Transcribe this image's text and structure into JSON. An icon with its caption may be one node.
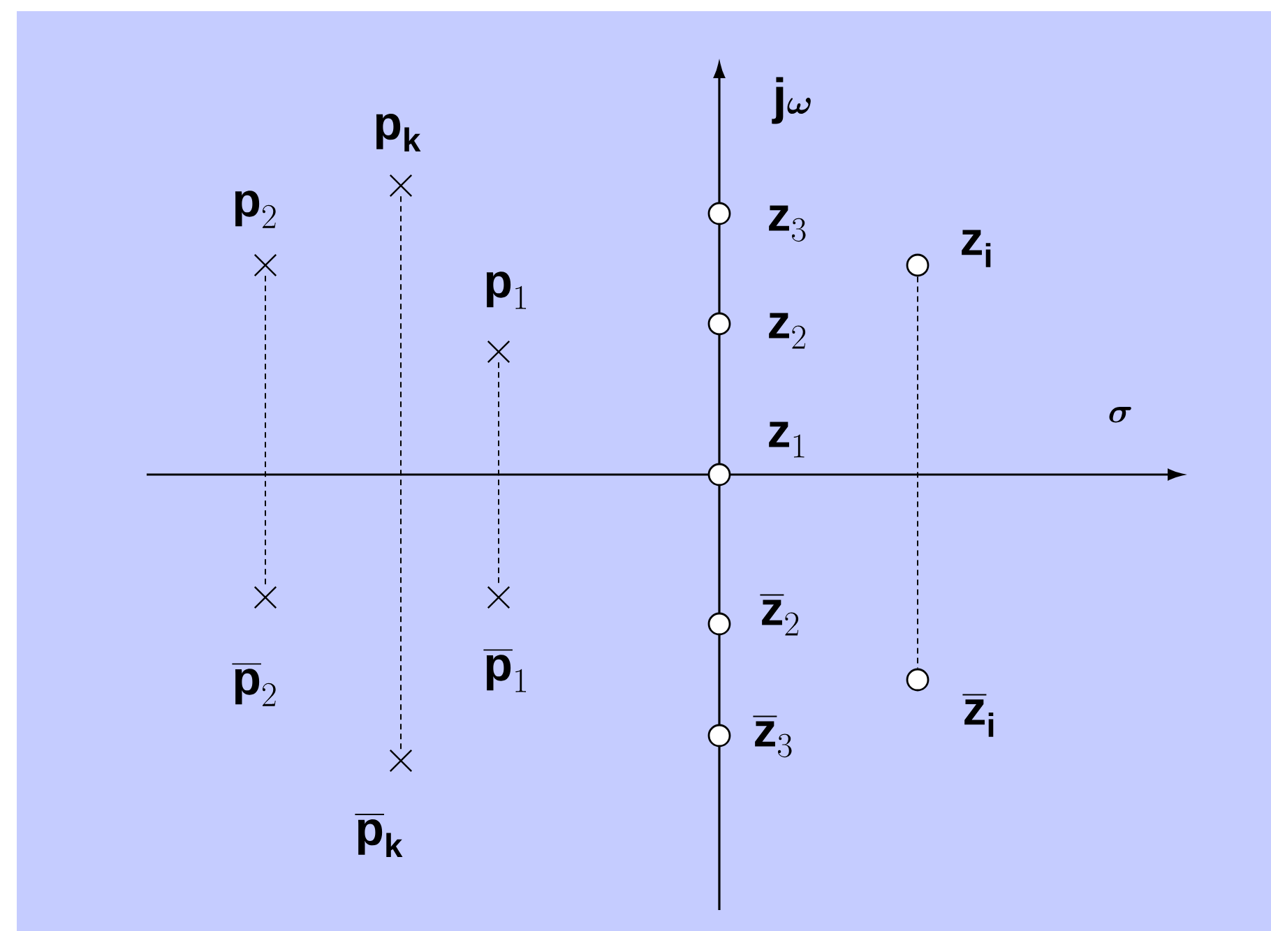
{
  "diagram": {
    "nodes": [
      {
        "text": [],
        "shape": "cross",
        "beside": [
          "\\textbf{p}_{2}"
        ]
      },
      {
        "text": [],
        "shape": "cross",
        "beside": [
          "\\overline{\\textbf{p}}_{2}"
        ]
      },
      {
        "text": [],
        "shape": "cross",
        "beside": [
          "\\textbf{p}_{\\textbf{k}}"
        ]
      },
      {
        "text": [],
        "shape": "cross",
        "beside": [
          "\\overline{\\textbf{p}}_{\\textbf{k}}"
        ]
      },
      {
        "text": [],
        "shape": "cross",
        "beside": [
          "\\textbf{p}_{1}"
        ]
      },
      {
        "text": [],
        "shape": "cross",
        "beside": [
          "\\overline{\\textbf{p}}_{1}"
        ]
      },
      {
        "text": [],
        "shape": "circle",
        "beside": [
          "\\textbf{z}_{3}"
        ]
      },
      {
        "text": [],
        "shape": "circle",
        "beside": [
          "\\textbf{z}_{2}"
        ]
      },
      {
        "text": [],
        "shape": "circle",
        "beside": [
          "\\textbf{z}_{1}"
        ]
      },
      {
        "text": [],
        "shape": "circle",
        "beside": [
          "\\overline{\\textbf{z}}_{2}"
        ]
      },
      {
        "text": [],
        "shape": "circle",
        "beside": [
          "\\overline{\\textbf{z}}_{3}"
        ]
      },
      {
        "text": [],
        "shape": "circle",
        "beside": [
          "\\textbf{z}_{\\textbf{i}}"
        ]
      },
      {
        "text": [],
        "shape": "circle",
        "beside": [
          "\\overline{\\textbf{z}}_{\\textbf{i}}"
        ]
      }
    ],
    "edges": [
      {
        "from": 0,
        "to": 1,
        "arrow": "none",
        "style": "dashed"
      },
      {
        "from": 2,
        "to": 3,
        "arrow": "none",
        "style": "dashed"
      },
      {
        "from": 4,
        "to": 5,
        "arrow": "none",
        "style": "dashed"
      },
      {
        "from": 11,
        "to": 12,
        "arrow": "none",
        "style": "dashed"
      }
    ],
    "labels": [
      "\\textbf{j}\\boldsymbol{\\omega}",
      "\\boldsymbol{\\sigma}"
    ]
  }
}
